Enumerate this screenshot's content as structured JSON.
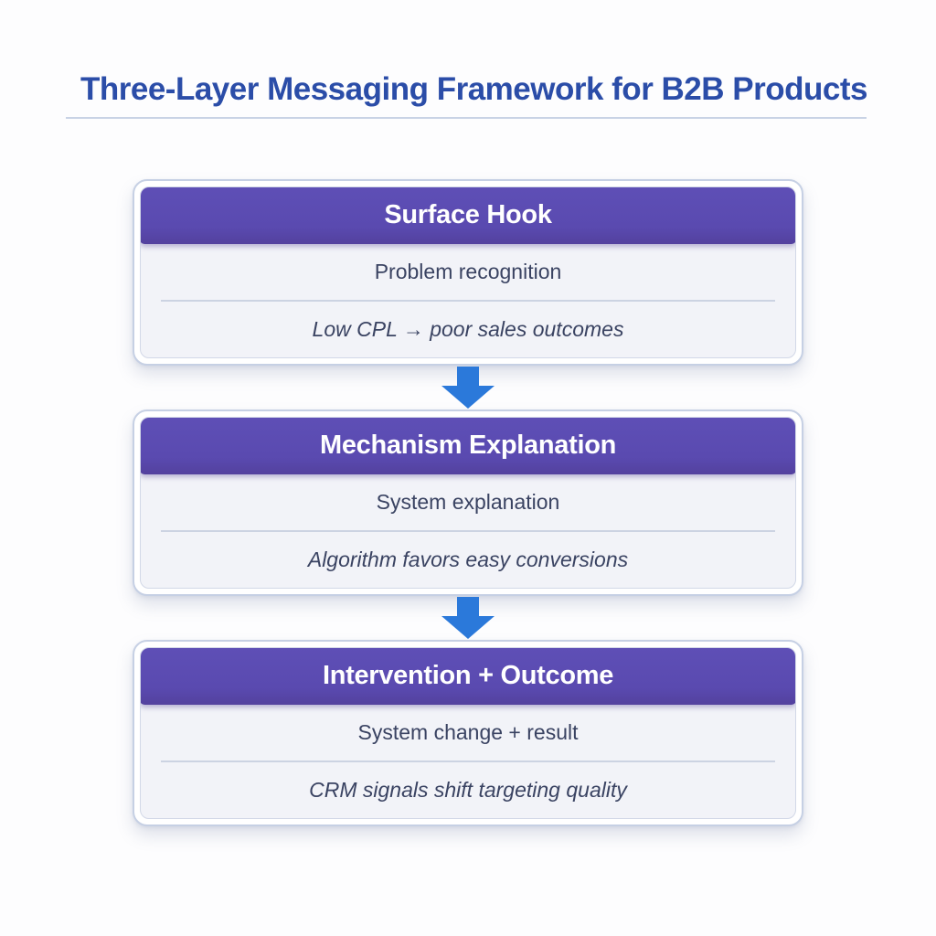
{
  "title": "Three-Layer Messaging Framework for B2B Products",
  "colors": {
    "title_blue": "#2b4da8",
    "header_purple": "#5a4ab0",
    "arrow_blue": "#2b79da",
    "body_background": "#f2f3f8",
    "body_text": "#3a4362",
    "card_border": "#c6d0e4"
  },
  "layers": [
    {
      "header": "Surface Hook",
      "line1": "Problem recognition",
      "line2": "Low CPL → poor sales outcomes"
    },
    {
      "header": "Mechanism Explanation",
      "line1": "System explanation",
      "line2": "Algorithm favors easy conversions"
    },
    {
      "header": "Intervention + Outcome",
      "line1": "System change + result",
      "line2": "CRM signals shift targeting quality"
    }
  ]
}
